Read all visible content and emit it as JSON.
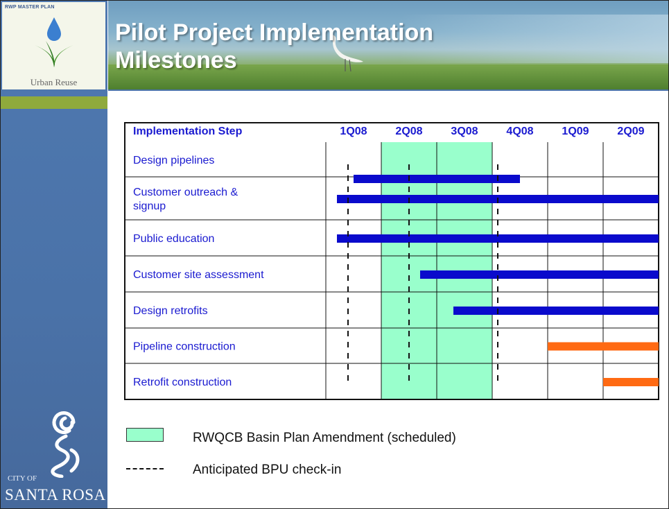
{
  "slide": {
    "title_line1": "Pilot Project Implementation",
    "title_line2": "Milestones"
  },
  "logo": {
    "top_text": "RWP MASTER PLAN",
    "bottom_text": "Urban Reuse"
  },
  "city_logo": {
    "line1": "CITY OF",
    "line2": "SANTA ROSA"
  },
  "table": {
    "header_step": "Implementation Step",
    "quarters": [
      "1Q08",
      "2Q08",
      "3Q08",
      "4Q08",
      "1Q09",
      "2Q09"
    ],
    "steps": [
      "Design pipelines",
      "Customer outreach & signup",
      "Public education",
      "Customer site assessment",
      "Design retrofits",
      "Pipeline construction",
      "Retrofit construction"
    ]
  },
  "chart_data": {
    "type": "gantt",
    "categories": [
      "1Q08",
      "2Q08",
      "3Q08",
      "4Q08",
      "1Q09",
      "2Q09"
    ],
    "tasks": [
      {
        "name": "Design pipelines",
        "start": 0.5,
        "end": 3.5,
        "status": "scheduled"
      },
      {
        "name": "Customer outreach & signup",
        "start": 0.2,
        "end": 6.0,
        "status": "scheduled"
      },
      {
        "name": "Public education",
        "start": 0.2,
        "end": 6.0,
        "status": "scheduled"
      },
      {
        "name": "Customer site assessment",
        "start": 1.7,
        "end": 6.0,
        "status": "scheduled"
      },
      {
        "name": "Design retrofits",
        "start": 2.3,
        "end": 6.0,
        "status": "scheduled"
      },
      {
        "name": "Pipeline construction",
        "start": 4.0,
        "end": 6.0,
        "status": "construction"
      },
      {
        "name": "Retrofit construction",
        "start": 5.0,
        "end": 6.0,
        "status": "construction"
      }
    ],
    "highlight_period": {
      "start": 1,
      "end": 3,
      "label": "RWQCB Basin Plan Amendment (scheduled)"
    },
    "checkins": [
      0.4,
      1.5,
      3.1
    ],
    "checkin_label": "Anticipated BPU check-in",
    "colors": {
      "bar": "#0a0acc",
      "construction": "#ff6a13",
      "highlight": "#99ffcc",
      "text": "#1a1ad0"
    }
  },
  "legend": {
    "amendment": "RWQCB Basin Plan Amendment (scheduled)",
    "checkin": "Anticipated BPU check-in"
  }
}
